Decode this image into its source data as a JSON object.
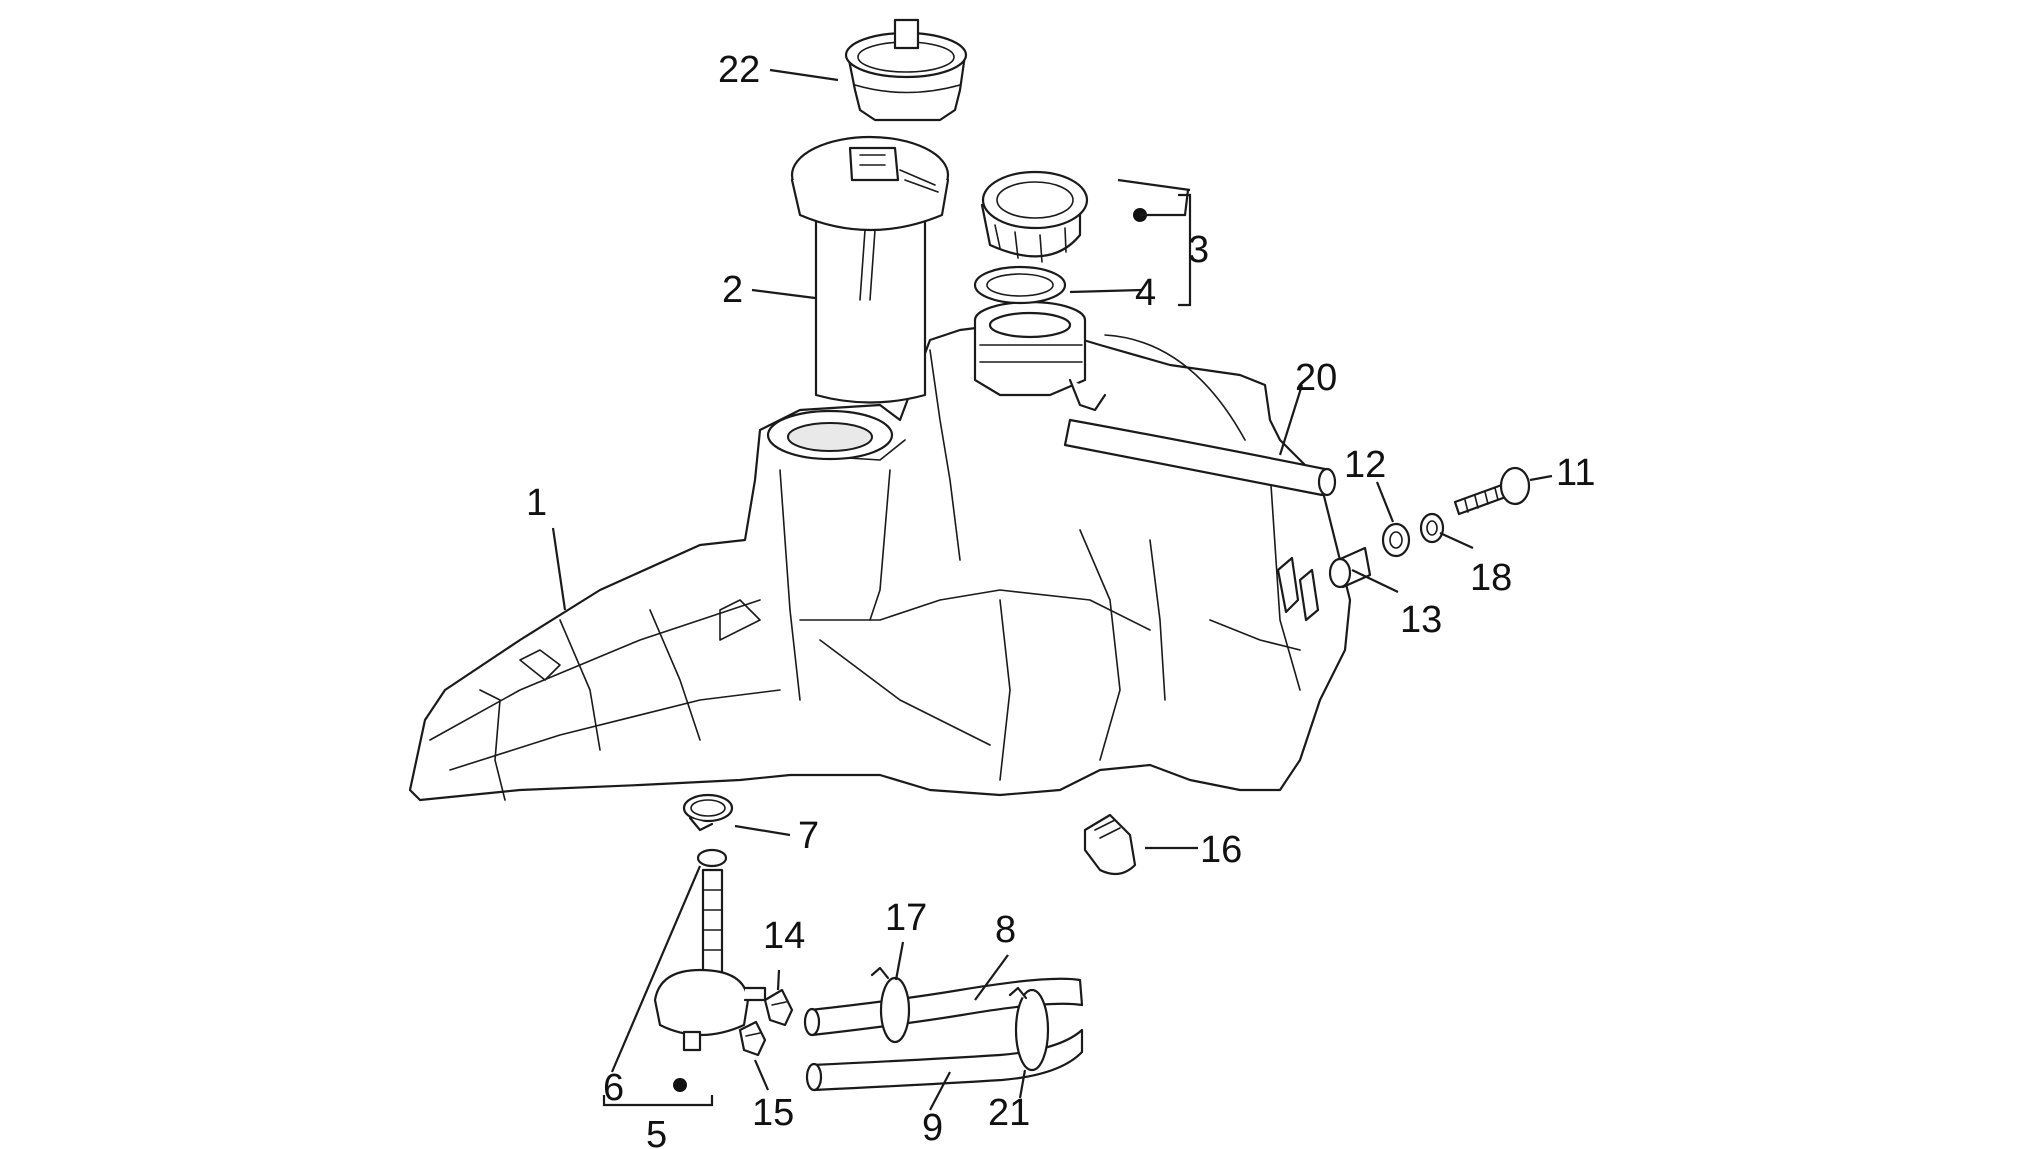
{
  "callouts": [
    {
      "id": "c1",
      "text": "1"
    },
    {
      "id": "c2",
      "text": "2"
    },
    {
      "id": "c3",
      "text": "3"
    },
    {
      "id": "c4",
      "text": "4"
    },
    {
      "id": "c5",
      "text": "5"
    },
    {
      "id": "c6",
      "text": "6"
    },
    {
      "id": "c7",
      "text": "7"
    },
    {
      "id": "c8",
      "text": "8"
    },
    {
      "id": "c9",
      "text": "9"
    },
    {
      "id": "c11",
      "text": "11"
    },
    {
      "id": "c12",
      "text": "12"
    },
    {
      "id": "c13",
      "text": "13"
    },
    {
      "id": "c14",
      "text": "14"
    },
    {
      "id": "c15",
      "text": "15"
    },
    {
      "id": "c16",
      "text": "16"
    },
    {
      "id": "c17",
      "text": "17"
    },
    {
      "id": "c18",
      "text": "18"
    },
    {
      "id": "c20",
      "text": "20"
    },
    {
      "id": "c21",
      "text": "21"
    },
    {
      "id": "c22",
      "text": "22"
    }
  ],
  "colors": {
    "line": "#1a1a1a",
    "background": "#ffffff"
  }
}
